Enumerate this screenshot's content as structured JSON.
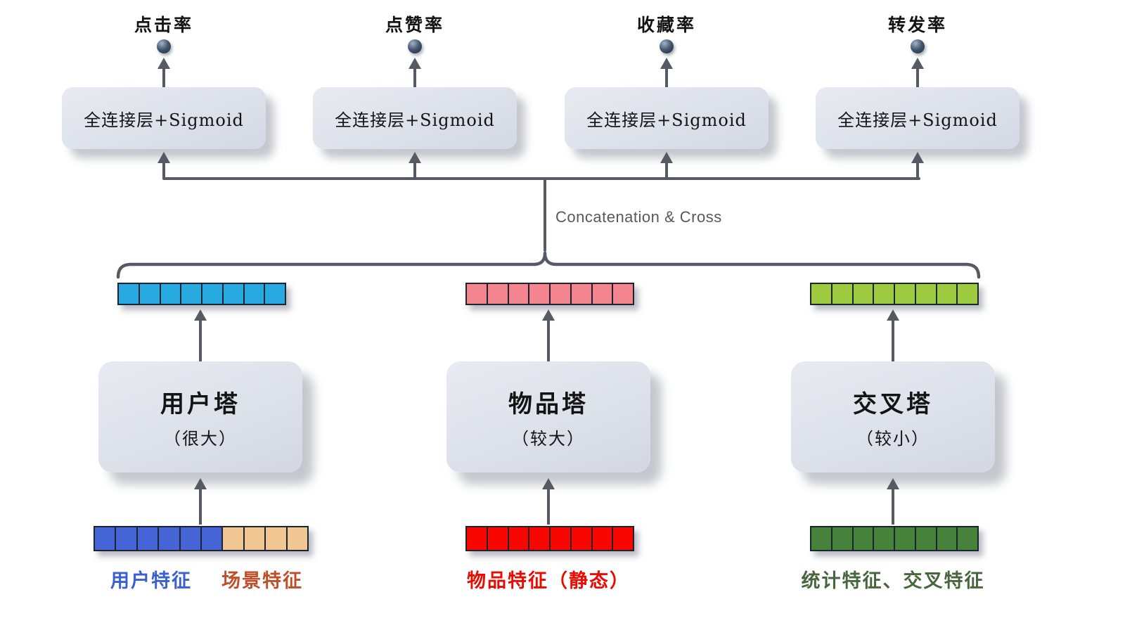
{
  "diagram": {
    "heads": [
      {
        "label": "点击率"
      },
      {
        "label": "点赞率"
      },
      {
        "label": "收藏率"
      },
      {
        "label": "转发率"
      }
    ],
    "fc_label": "全连接层+Sigmoid",
    "concat_label": "Concatenation & Cross",
    "towers": [
      {
        "name": "用户塔",
        "size_note": "（很大）"
      },
      {
        "name": "物品塔",
        "size_note": "（较大）"
      },
      {
        "name": "交叉塔",
        "size_note": "（较小）"
      }
    ],
    "vectors": {
      "user_embedding": [
        {
          "cells": 8,
          "color": "#29a9e1"
        }
      ],
      "item_embedding": [
        {
          "cells": 8,
          "color": "#f4848e"
        }
      ],
      "cross_embedding": [
        {
          "cells": 8,
          "color": "#9ccb40"
        }
      ],
      "user_scene_input": [
        {
          "cells": 6,
          "color": "#4565d6"
        },
        {
          "cells": 4,
          "color": "#f1c692"
        }
      ],
      "item_input": [
        {
          "cells": 8,
          "color": "#f80600"
        }
      ],
      "stat_cross_input": [
        {
          "cells": 8,
          "color": "#46823c"
        }
      ]
    },
    "input_labels": {
      "user": {
        "text": "用户特征",
        "color": "#3a5fd0"
      },
      "scene": {
        "text": "场景特征",
        "color": "#bf4f28"
      },
      "item": {
        "text": "物品特征（静态）",
        "color": "#ea0b00"
      },
      "stat": {
        "text": "统计特征、交叉特征",
        "color": "#47663e"
      }
    },
    "colors": {
      "arrow": "#565b63",
      "box_bg": "#dfe3ec"
    }
  }
}
